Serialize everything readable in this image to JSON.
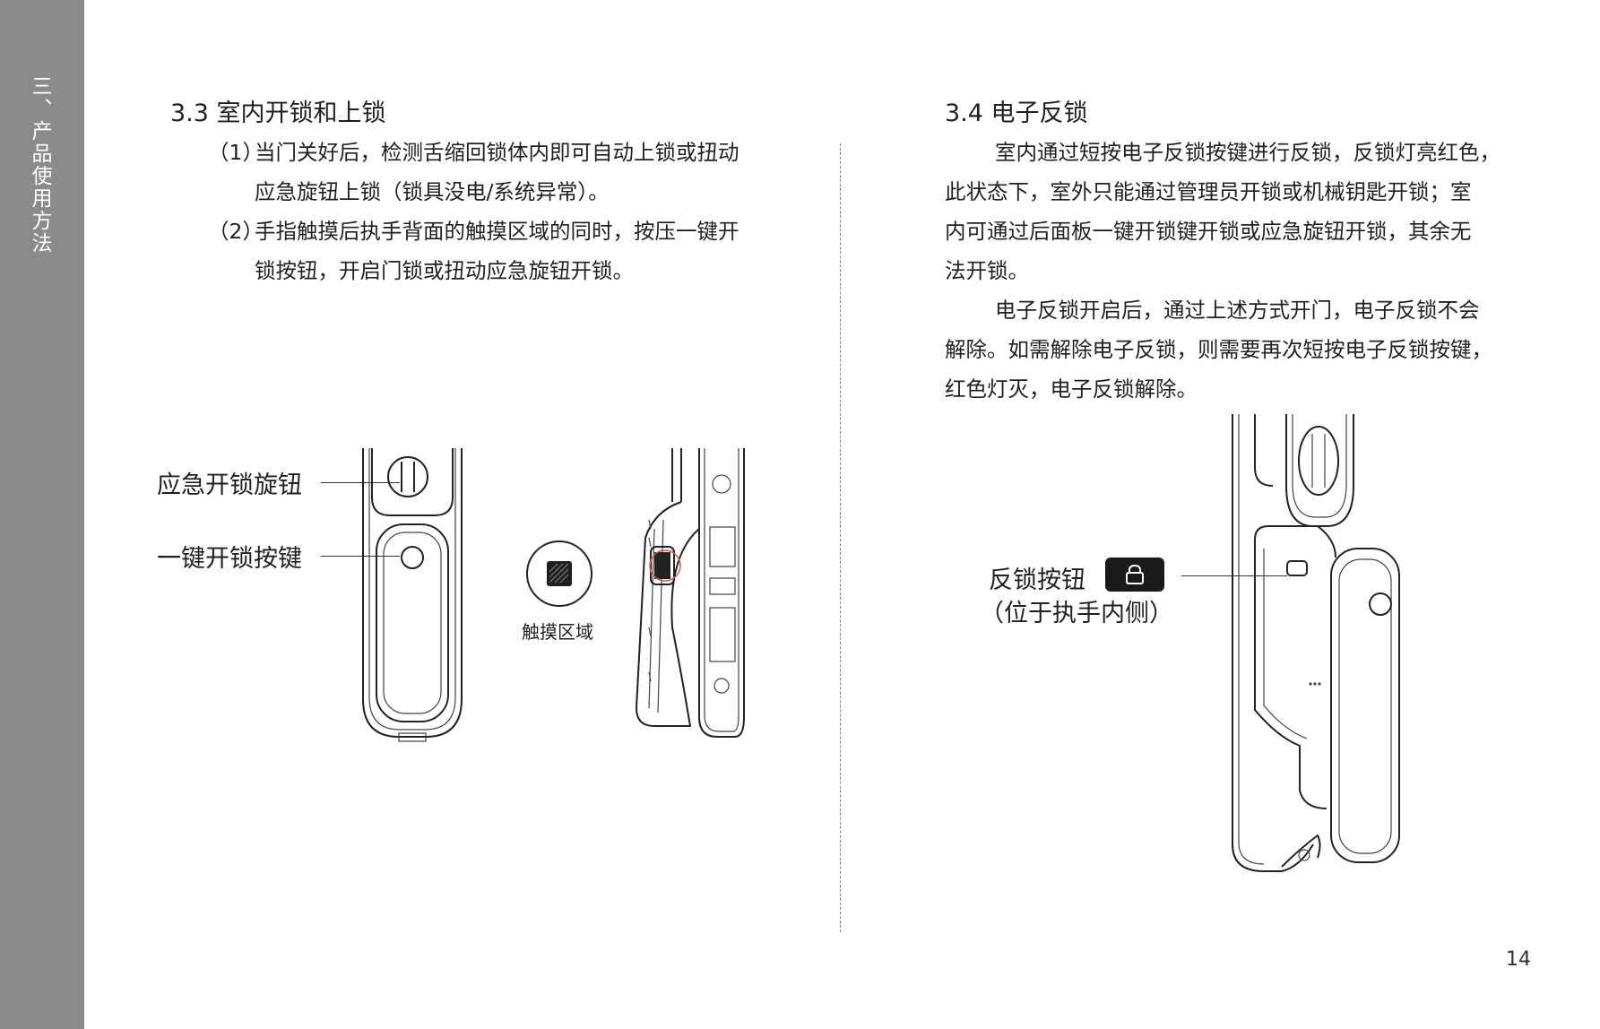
{
  "sidebar": {
    "title": "三、产品使用方法"
  },
  "section_33": {
    "title": "3.3 室内开锁和上锁",
    "items": [
      {
        "num": "（1）",
        "lines": [
          "当门关好后，检测舌缩回锁体内即可自动上锁或扭动",
          "应急旋钮上锁（锁具没电/系统异常）。"
        ]
      },
      {
        "num": "（2）",
        "lines": [
          "手指触摸后执手背面的触摸区域的同时，按压一键开",
          "锁按钮，开启门锁或扭动应急旋钮开锁。"
        ]
      }
    ],
    "labels": {
      "emergency_knob": "应急开锁旋钮",
      "one_key_button": "一键开锁按键",
      "touch_area": "触摸区域"
    }
  },
  "section_34": {
    "title": "3.4 电子反锁",
    "paragraph1": [
      "室内通过短按电子反锁按键进行反锁，反锁灯亮红色，",
      "此状态下，室外只能通过管理员开锁或机械钥匙开锁；室",
      "内可通过后面板一键开锁键开锁或应急旋钮开锁，其余无",
      "法开锁。"
    ],
    "paragraph2": [
      "电子反锁开启后，通过上述方式开门，电子反锁不会",
      "解除。如需解除电子反锁，则需要再次短按电子反锁按键，",
      "红色灯灭，电子反锁解除。"
    ],
    "labels": {
      "deadlock_button": "反锁按钮",
      "deadlock_location": "（位于执手内侧）"
    },
    "lock_badge_icon": "lock-icon"
  },
  "page_number": "14"
}
